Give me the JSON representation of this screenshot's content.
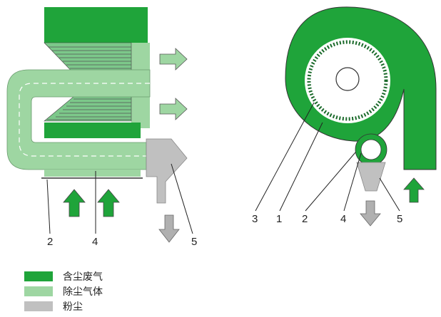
{
  "colors": {
    "dust_gas": "#1fa43a",
    "clean_gas": "#9ed6a2",
    "dust": "#c0c0c0",
    "line": "#222222"
  },
  "left_diagram": {
    "labels": [
      "2",
      "4",
      "5"
    ]
  },
  "right_diagram": {
    "labels": [
      "3",
      "1",
      "2",
      "4",
      "5"
    ]
  },
  "legend": [
    {
      "key": "dust_gas",
      "label": "含尘废气"
    },
    {
      "key": "clean_gas",
      "label": "除尘气体"
    },
    {
      "key": "dust",
      "label": "粉尘"
    }
  ]
}
